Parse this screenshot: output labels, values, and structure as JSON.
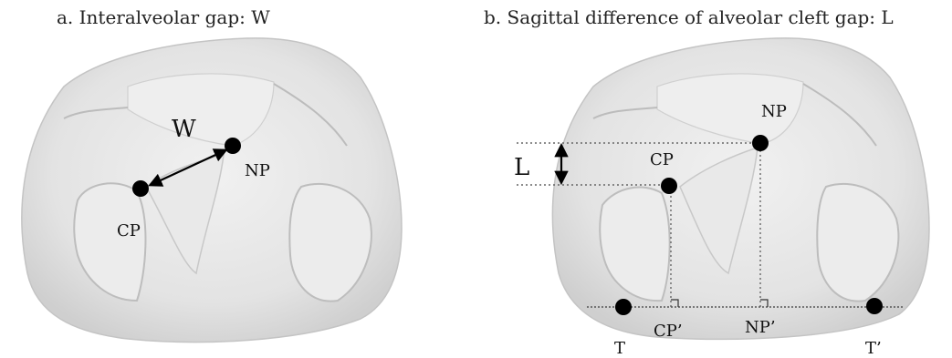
{
  "panel_a": {
    "title": "a. Interalveolar gap: W",
    "labels": {
      "W": "W",
      "NP": "NP",
      "CP": "CP"
    }
  },
  "panel_b": {
    "title": "b. Sagittal difference of alveolar cleft gap: L",
    "labels": {
      "L": "L",
      "NP": "NP",
      "CP": "CP",
      "CP_prime": "CP’",
      "NP_prime": "NP’",
      "T": "T",
      "T_prime": "T’"
    }
  },
  "colors": {
    "cast": "#e6e6e6",
    "cast_shadow": "#bdbdbd",
    "landmark": "#000000"
  }
}
